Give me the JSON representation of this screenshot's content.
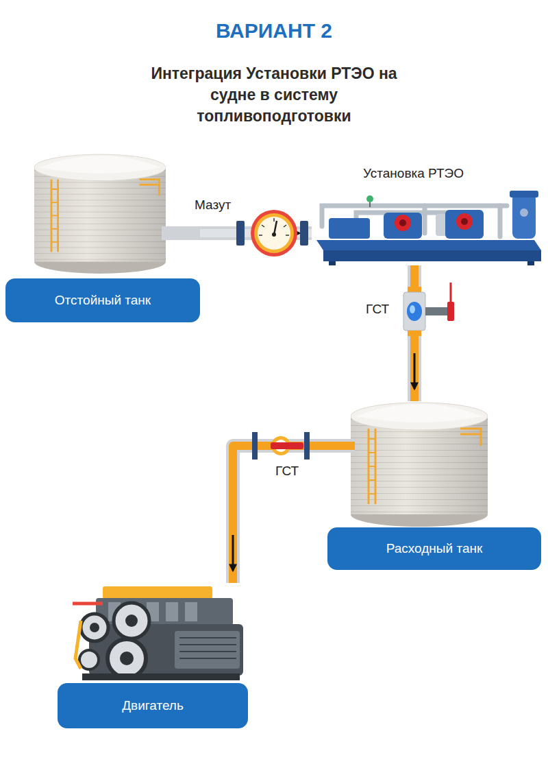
{
  "diagram": {
    "title": "ВАРИАНТ 2",
    "caption": "Интеграция Установки РТЭО на судне в систему топливоподготовки",
    "nodes": [
      {
        "text": [
          "Отстойный танк"
        ]
      },
      {
        "text": [
          "Установка РТЭО"
        ]
      },
      {
        "text": [
          "Расходный танк"
        ]
      },
      {
        "text": [
          "Двигатель"
        ]
      }
    ],
    "edges": [
      {
        "from": 0,
        "to": 1,
        "arrow": "to",
        "label": "Мазут"
      },
      {
        "from": 1,
        "to": 2,
        "arrow": "to",
        "label": "ГСТ"
      },
      {
        "from": 2,
        "to": 3,
        "arrow": "to",
        "label": "ГСТ"
      }
    ]
  }
}
